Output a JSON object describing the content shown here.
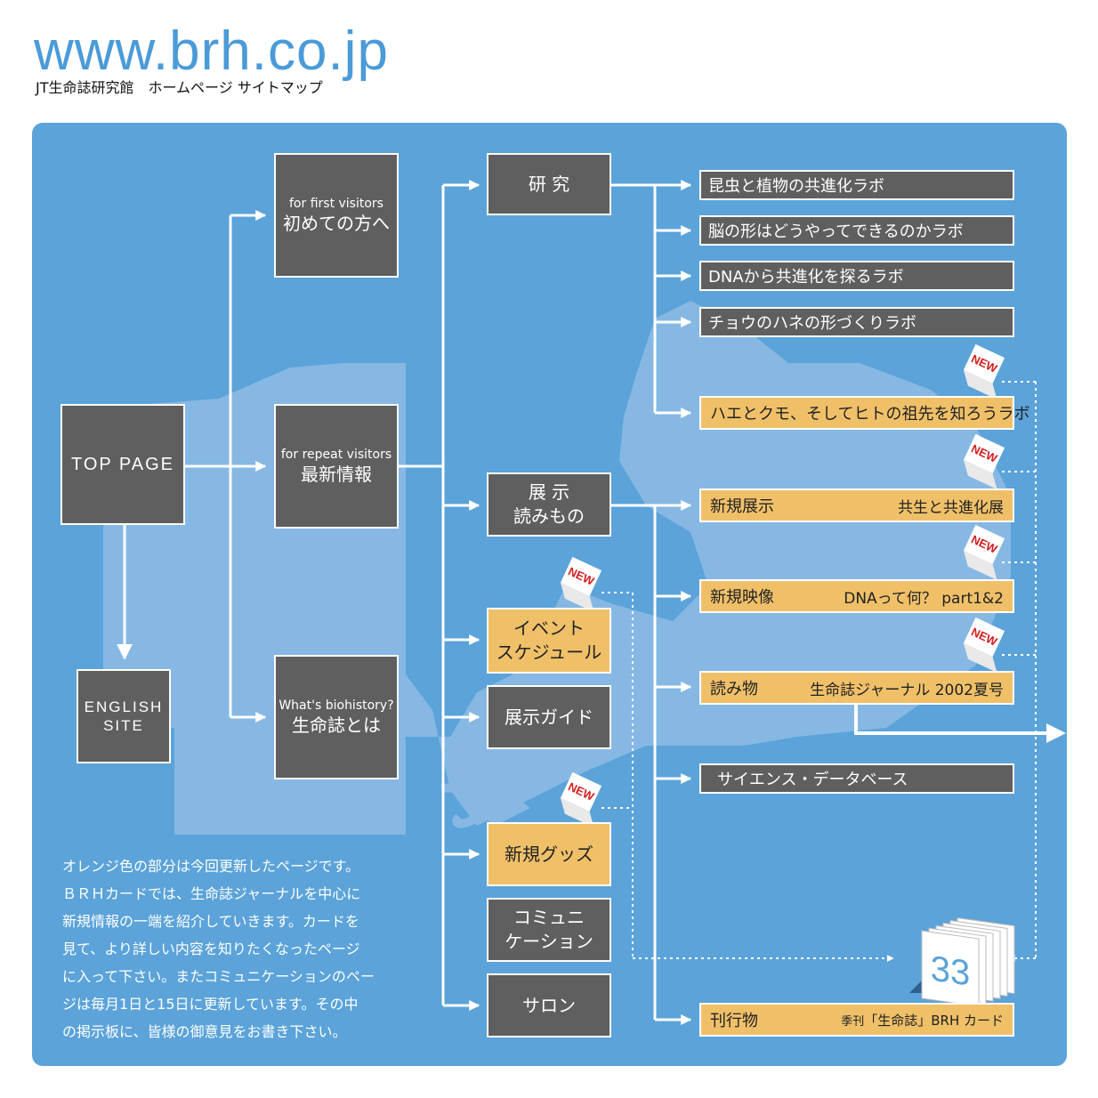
{
  "header": {
    "url": "www.brh.co.jp",
    "subtitle": "JT生命誌研究館　ホームページ サイトマップ"
  },
  "nodes": {
    "top_page": "TOP PAGE",
    "english_site": [
      "ENGLISH",
      "SITE"
    ],
    "first_visitors": {
      "en": "for first visitors",
      "ja": "初めての方へ"
    },
    "repeat_visitors": {
      "en": "for repeat visitors",
      "ja": "最新情報"
    },
    "biohistory": {
      "en": "What's biohistory?",
      "ja": "生命誌とは"
    },
    "research": "研 究",
    "exhibition_reading": [
      "展 示",
      "読みもの"
    ],
    "event_schedule": [
      "イベント",
      "スケジュール"
    ],
    "exhibition_guide": "展示ガイド",
    "new_goods": "新規グッズ",
    "communication": [
      "コミュニ",
      "ケーション"
    ],
    "salon": "サロン"
  },
  "labs": [
    "昆虫と植物の共進化ラボ",
    "脳の形はどうやってできるのかラボ",
    "DNAから共進化を探るラボ",
    "チョウのハネの形づくりラボ",
    "ハエとクモ、そしてヒトの祖先を知ろうラボ"
  ],
  "items": {
    "new_exhibit": {
      "label": "新規展示",
      "sub": "共生と共進化展"
    },
    "new_video": {
      "label": "新規映像",
      "sub": "DNAって何？ part1&2"
    },
    "reading": {
      "label": "読み物",
      "sub": "生命誌ジャーナル 2002夏号"
    },
    "science_db": "サイエンス・データベース",
    "publications": {
      "label": "刊行物",
      "sub_prefix": "季刊",
      "sub": "「生命誌」BRH カード"
    }
  },
  "badge": {
    "new": "NEW",
    "card_number": "33"
  },
  "note_lines": [
    "オレンジ色の部分は今回更新したページです。",
    "ＢＲＨカードでは、生命誌ジャーナルを中心に",
    "新規情報の一端を紹介していきます。カードを",
    "見て、より詳しい内容を知りたくなったページ",
    "に入って下さい。またコミュニケーションのペー",
    "ジは毎月1日と15日に更新しています。その中",
    "の掲示板に、皆様の御意見をお書き下さい。"
  ],
  "colors": {
    "panel": "#5ba3d9",
    "node": "#5f5f5f",
    "updated": "#f0c069",
    "url": "#4a9bd8",
    "new_text": "#d22020"
  }
}
